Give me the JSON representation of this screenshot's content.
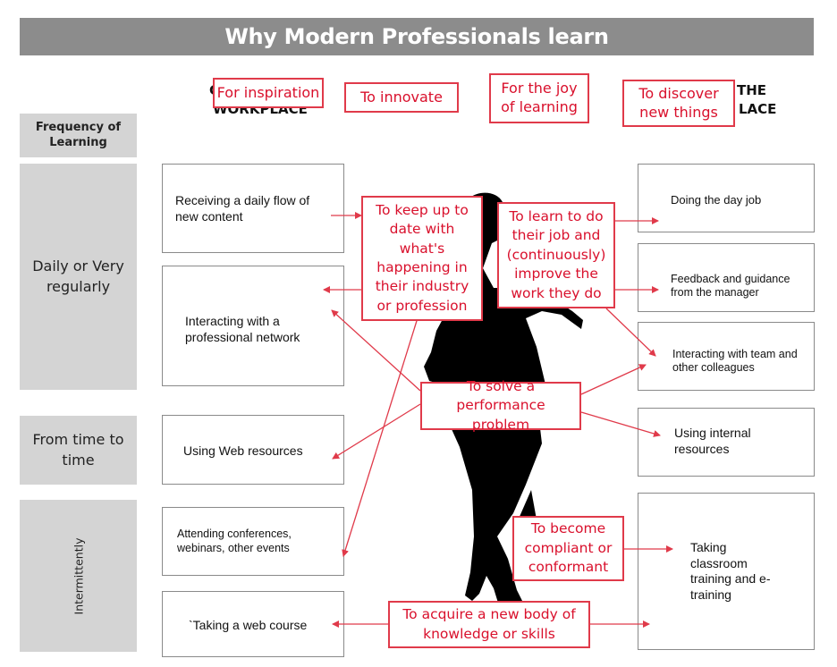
{
  "title": "Why Modern Professionals learn",
  "header_fragments": {
    "left_top": "C",
    "left_bottom": "WORKPLACE",
    "right_top": "THE",
    "right_bottom": "LACE"
  },
  "top_motives": [
    "For inspiration",
    "To innovate",
    "For the joy of learning",
    "To discover new things"
  ],
  "frequency": {
    "header": "Frequency of Learning",
    "daily": "Daily or Very regularly",
    "time_to_time": "From time to time",
    "intermittently": "Intermittently"
  },
  "left_ways": [
    "Receiving a daily flow of new content",
    "Interacting with a professional network",
    "Using Web resources",
    "Attending conferences, webinars, other events",
    "`Taking a web course"
  ],
  "right_ways": [
    "Doing the day job",
    "Feedback and guidance from the manager",
    "Interacting with team and other colleagues",
    "Using internal resources",
    "Taking classroom training and e-training"
  ],
  "center_motives": {
    "keep_up": "To keep up to date with what's happening in their industry or profession",
    "learn_job": "To learn to do their job and (continuously) improve the work they do",
    "solve": "To solve a performance problem",
    "compliant": "To become compliant or conformant",
    "acquire": "To acquire a new body of knowledge or skills"
  },
  "colors": {
    "accent": "#e03a4a",
    "title_bar": "#8c8c8c",
    "frequency_bg": "#d4d4d4"
  }
}
